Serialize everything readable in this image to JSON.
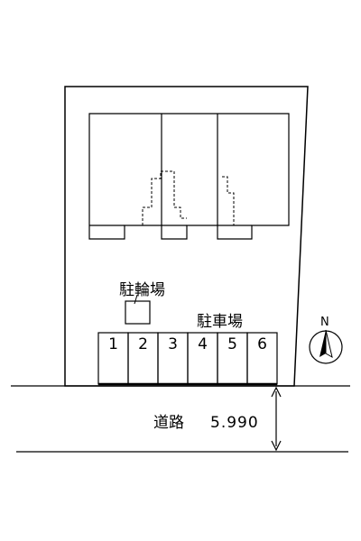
{
  "labels": {
    "bicycle_parking": "駐輪場",
    "car_parking": "駐車場",
    "road": "道路",
    "road_width": "5.990",
    "north": "N"
  },
  "parking_spaces": [
    "1",
    "2",
    "3",
    "4",
    "5",
    "6"
  ],
  "colors": {
    "line": "#000000",
    "background": "#ffffff"
  }
}
